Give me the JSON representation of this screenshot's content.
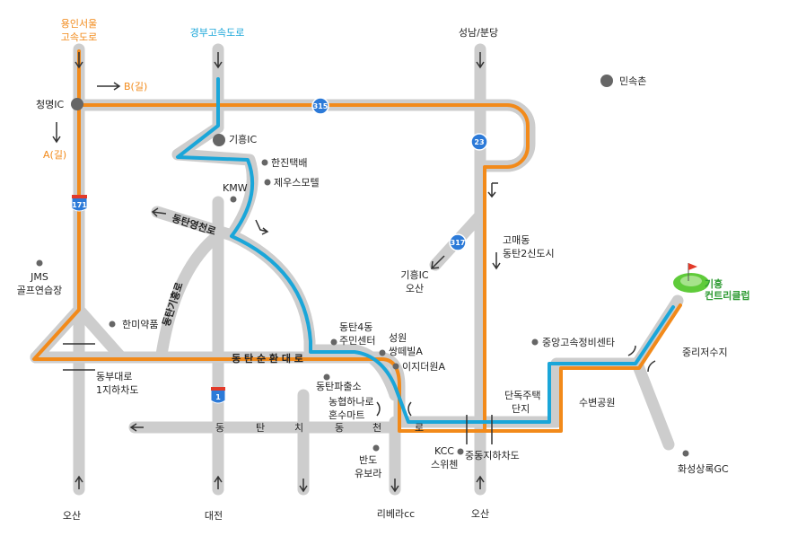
{
  "colors": {
    "road": "#cdcdcd",
    "route_orange": "#f28a1a",
    "route_blue": "#1aa6d9",
    "route_shield": "#2c7ad8",
    "poi_dot": "#666666",
    "green": "#5fcb3a"
  },
  "top_labels": {
    "yongin_seoul": [
      "용인서울",
      "고속도로"
    ],
    "gyeongbu": "경부고속도로",
    "seongnam": "성남/분당"
  },
  "route_labels": {
    "b_road": "B(길)",
    "a_road": "A(길)"
  },
  "interchanges": {
    "cheongmyeong": "청명IC",
    "giheung": "기흥IC"
  },
  "shields": {
    "r315": "315",
    "r23": "23",
    "r317": "317",
    "r171": "171",
    "r1": "1"
  },
  "places": {
    "minsokchon": "민속촌",
    "hanjin": "한진택배",
    "jeusu": "제우스모텔",
    "kmw": "KMW",
    "jms": [
      "JMS",
      "골프연습장"
    ],
    "hanmi": "한미약품",
    "dongtan4": [
      "동탄4동",
      "주민센터"
    ],
    "seongwon": [
      "성원",
      "쌍떼빌A"
    ],
    "ijideowon": "이지더원A",
    "police": "동탄파출소",
    "nonghyup": [
      "농협하나로",
      "혼수마트"
    ],
    "bando": [
      "반도",
      "유보라"
    ],
    "kcc": [
      "KCC",
      "스위첸"
    ],
    "jungdong": "중동지하차도",
    "danok": [
      "단독주택",
      "단지"
    ],
    "jungang": "중앙고속정비센타",
    "suben": "수변공원",
    "jungri": "중리저수지",
    "hwaseong": "화성상록GC",
    "gomaedong": [
      "고매동",
      "동탄2신도시"
    ],
    "giheung_osan": [
      "기흥IC",
      "오산"
    ],
    "dongbu": [
      "동부대로",
      "1지하차도"
    ],
    "country_club": [
      "기흥",
      "컨트리클럽"
    ]
  },
  "road_names": {
    "dongtan_yeongcheon": "동탄영천로",
    "dongtan_giheung": "동탄기흥로",
    "dongtan_sunhwan": "동 탄 순 환 대 로",
    "dongtan_chidong": [
      "동",
      "탄",
      "치",
      "동",
      "천",
      "로"
    ]
  },
  "bottom_labels": {
    "osan_left": "오산",
    "daejeon": "대전",
    "rivera": "리베라cc",
    "osan_right": "오산"
  }
}
